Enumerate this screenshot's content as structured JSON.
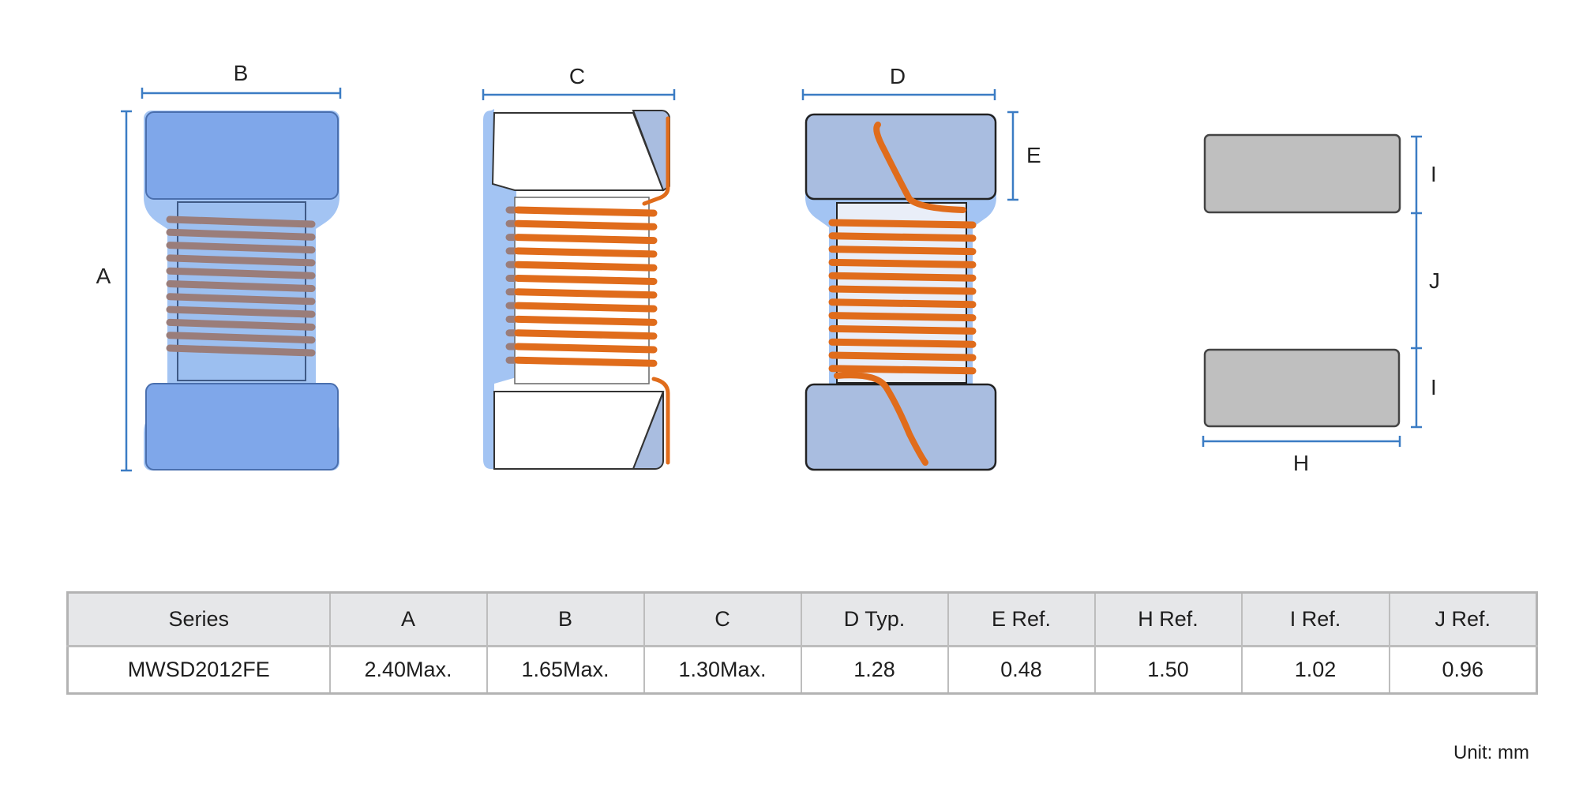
{
  "figures": {
    "front_view": {
      "labels": {
        "width": "B",
        "height": "A"
      }
    },
    "side_view": {
      "labels": {
        "width": "C"
      }
    },
    "back_view": {
      "labels": {
        "width": "D",
        "terminal": "E"
      }
    },
    "land_pattern": {
      "labels": {
        "pad_height": "I",
        "gap": "J",
        "pad_width": "H"
      }
    }
  },
  "colors": {
    "electrode_blue": "#7fa7ea",
    "electrode_blue_light": "#a9bde0",
    "core_blue": "#a3c4f3",
    "wire_brown": "#9a7d7a",
    "wire_orange": "#e06c1b",
    "dimension_line": "#3b7cc4",
    "pad_grey": "#bfbfbf"
  },
  "table": {
    "headers": [
      "Series",
      "A",
      "B",
      "C",
      "D Typ.",
      "E Ref.",
      "H Ref.",
      "I Ref.",
      "J Ref."
    ],
    "rows": [
      [
        "MWSD2012FE",
        "2.40Max.",
        "1.65Max.",
        "1.30Max.",
        "1.28",
        "0.48",
        "1.50",
        "1.02",
        "0.96"
      ]
    ]
  },
  "unit_note": "Unit: mm"
}
